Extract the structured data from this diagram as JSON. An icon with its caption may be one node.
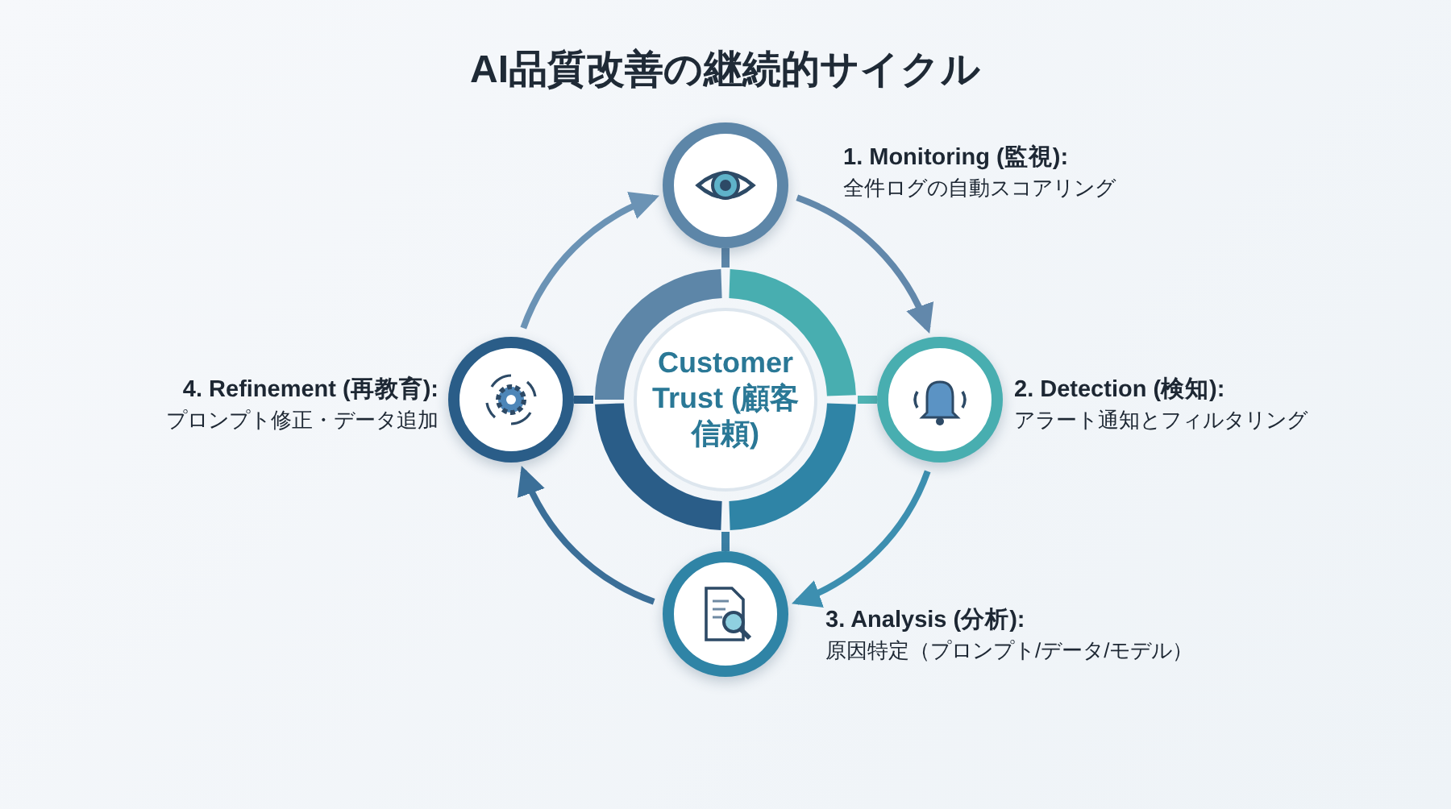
{
  "diagram": {
    "title": "AI品質改善の継続的サイクル",
    "nodes": [
      {
        "text": [
          "Customer Trust (顧客信頼)"
        ]
      },
      {
        "text": [],
        "shape": "circle",
        "beside": [
          "1. Monitoring (監視):",
          "全件ログの自動スコアリング"
        ]
      },
      {
        "text": [],
        "shape": "circle",
        "beside": [
          "2. Detection (検知):",
          "アラート通知とフィルタリング"
        ]
      },
      {
        "text": [],
        "shape": "circle",
        "beside": [
          "3. Analysis (分析):",
          "原因特定（プロンプト/データ/モデル）"
        ]
      },
      {
        "text": [],
        "shape": "circle",
        "beside": [
          "4. Refinement (再教育):",
          "プロンプト修正・データ追加"
        ]
      }
    ],
    "edges": [
      {
        "from": 1,
        "to": 2,
        "arrow": "to",
        "color": "#6288ab"
      },
      {
        "from": 2,
        "to": 3,
        "arrow": "to",
        "color": "#3d8fb0"
      },
      {
        "from": 3,
        "to": 4,
        "arrow": "to",
        "color": "#3b6f98"
      },
      {
        "from": 4,
        "to": 1,
        "arrow": "to",
        "color": "#6b93b5"
      },
      {
        "from": 0,
        "to": 1,
        "arrow": "none",
        "color": "#5d86a8"
      },
      {
        "from": 0,
        "to": 2,
        "arrow": "none",
        "color": "#4fb3b3"
      },
      {
        "from": 0,
        "to": 3,
        "arrow": "none",
        "color": "#3a7fa3"
      },
      {
        "from": 0,
        "to": 4,
        "arrow": "none",
        "color": "#2a5d88"
      }
    ]
  }
}
